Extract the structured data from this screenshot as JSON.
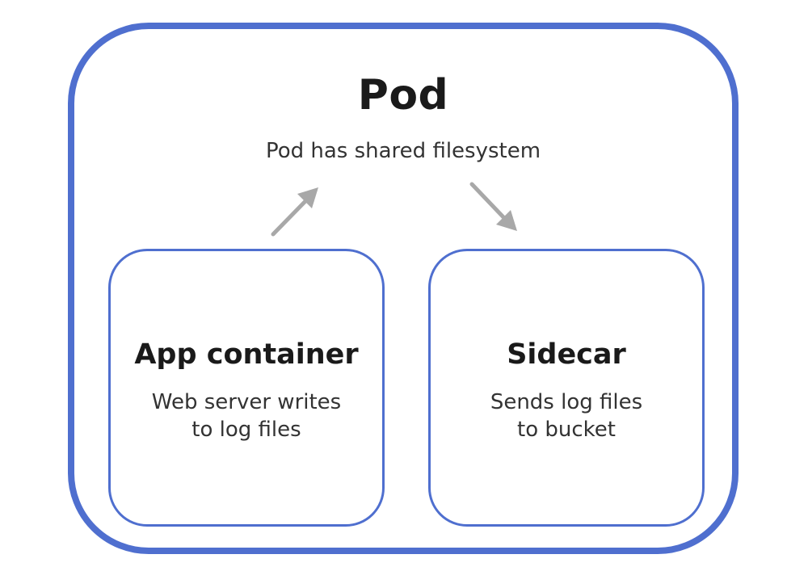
{
  "diagram": {
    "pod": {
      "title": "Pod",
      "subtitle": "Pod has shared filesystem"
    },
    "containers": [
      {
        "title": "App container",
        "desc_line1": "Web server writes",
        "desc_line2": "to log files"
      },
      {
        "title": "Sidecar",
        "desc_line1": "Sends log files",
        "desc_line2": "to bucket"
      }
    ],
    "colors": {
      "border": "#4f6fcf",
      "arrow": "#a8a8a8",
      "text": "#1a1a1a"
    }
  }
}
